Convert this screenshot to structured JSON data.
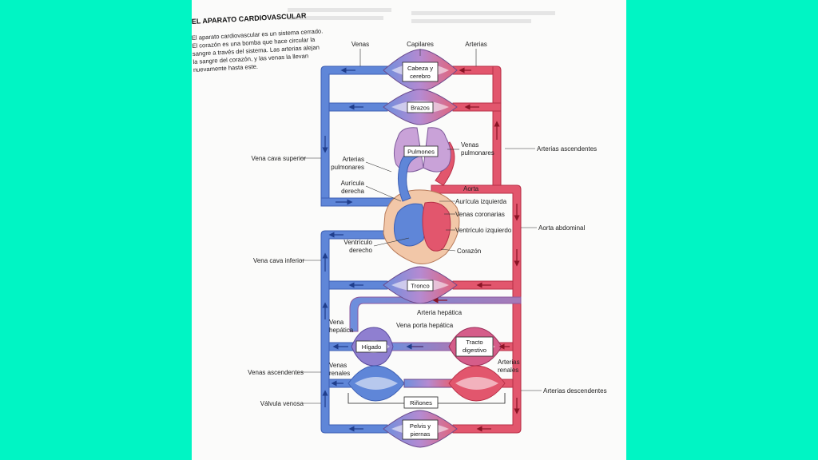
{
  "colors": {
    "background": "#00f5c4",
    "page": "#fbfbfa",
    "venous": "#5f86d8",
    "arterial": "#e2566d",
    "portal": "#a77ab8"
  },
  "header": {
    "title": "EL APARATO CARDIOVASCULAR",
    "intro_lines": [
      "El aparato cardiovascular es un sistema cerrado.",
      "El corazón es una bomba que hace circular la",
      "sangre a través del sistema. Las arterias alejan",
      "la sangre del corazón, y las venas la llevan",
      "nuevamente hasta este."
    ]
  },
  "top_labels": {
    "venas": "Venas",
    "capilares": "Capilares",
    "arterias": "Arterias"
  },
  "organ_boxes": {
    "cabeza": [
      "Cabeza y",
      "cerebro"
    ],
    "brazos": [
      "Brazos"
    ],
    "pulmones": [
      "Pulmones"
    ],
    "tronco": [
      "Tronco"
    ],
    "higado": [
      "Hígado"
    ],
    "tracto": [
      "Tracto",
      "digestivo"
    ],
    "rinones": [
      "Riñones"
    ],
    "pelvis": [
      "Pelvis y",
      "piernas"
    ]
  },
  "left_labels": {
    "vena_cava_superior": "Vena cava superior",
    "vena_cava_inferior": "Vena cava inferior",
    "venas_ascendentes": "Venas ascendentes",
    "valvula_venosa": "Válvula venosa"
  },
  "right_labels": {
    "arterias_ascendentes": "Arterias ascendentes",
    "aorta_abdominal": "Aorta abdominal",
    "arterias_descendentes": "Arterias descendentes"
  },
  "heart_labels": {
    "venas_pulmonares": [
      "Venas",
      "pulmonares"
    ],
    "arterias_pulmonares": [
      "Arterias",
      "pulmonares"
    ],
    "auricula_derecha": [
      "Aurícula",
      "derecha"
    ],
    "aorta": "Aorta",
    "auricula_izquierda": "Aurícula izquierda",
    "venas_coronarias": "Venas coronarias",
    "ventriculo_izquierdo": "Ventrículo izquierdo",
    "ventriculo_derecho": [
      "Ventrículo",
      "derecho"
    ],
    "corazon": "Corazón"
  },
  "inner_labels": {
    "arteria_hepatica": "Arteria hepática",
    "vena_porta_hepatica": "Vena porta hepática",
    "vena_hepatica": [
      "Vena",
      "hepática"
    ],
    "venas_renales": [
      "Venas",
      "renales"
    ],
    "arterias_renales": [
      "Arterias",
      "renales"
    ]
  }
}
